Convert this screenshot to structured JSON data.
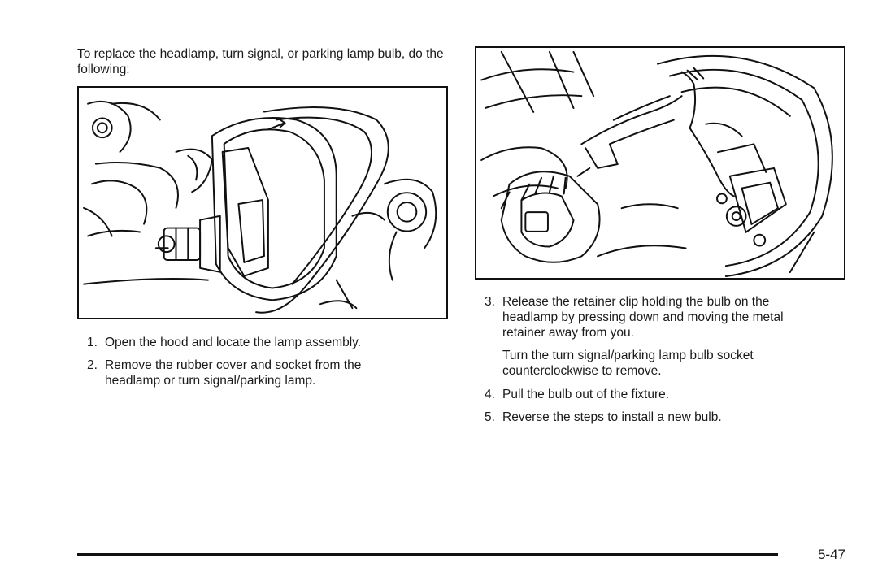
{
  "intro": "To replace the headlamp, turn signal, or parking lamp bulb, do the following:",
  "figures": {
    "left": "headlamp-assembly-illustration",
    "right": "bulb-socket-retainer-illustration"
  },
  "steps_left": [
    {
      "num": "1.",
      "text": "Open the hood and locate the lamp assembly."
    },
    {
      "num": "2.",
      "text": "Remove the rubber cover and socket from the headlamp or turn signal/parking lamp."
    }
  ],
  "steps_right": [
    {
      "num": "3.",
      "text": "Release the retainer clip holding the bulb on the headlamp by pressing down and moving the metal retainer away from you."
    },
    {
      "num": "",
      "text": "Turn the turn signal/parking lamp bulb socket counterclockwise to remove."
    },
    {
      "num": "4.",
      "text": "Pull the bulb out of the fixture."
    },
    {
      "num": "5.",
      "text": "Reverse the steps to install a new bulb."
    }
  ],
  "page_number": "5-47"
}
